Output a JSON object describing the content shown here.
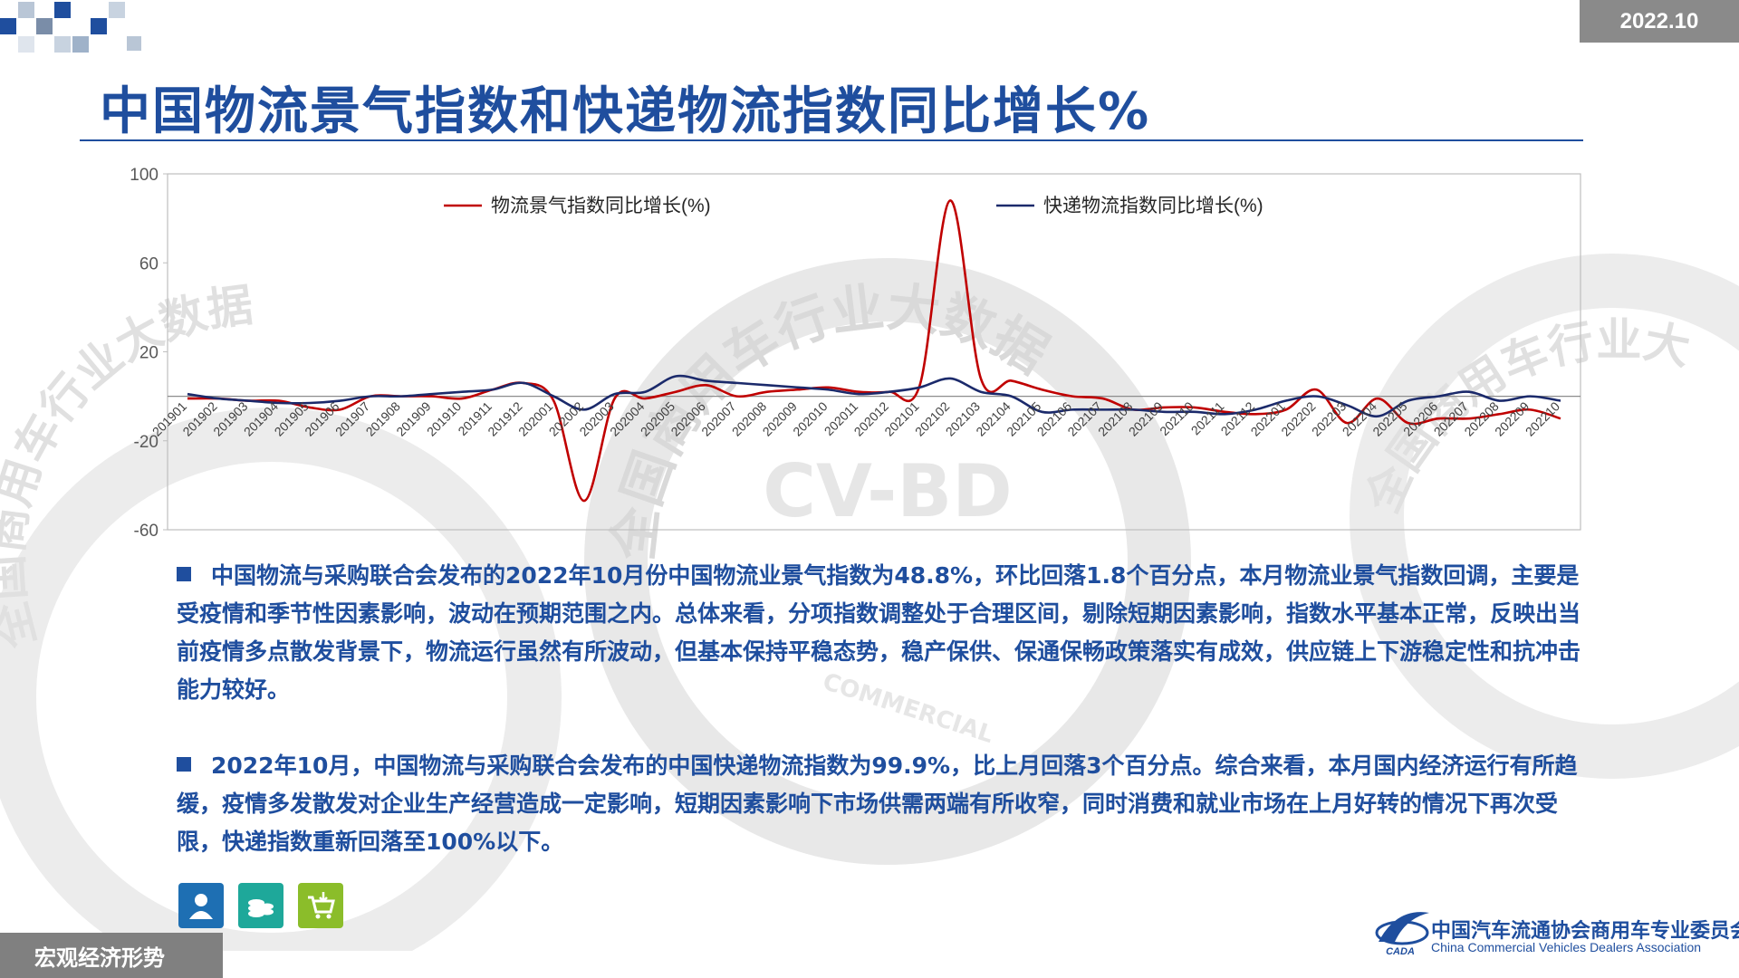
{
  "header": {
    "date": "2022.10",
    "title": "中国物流景气指数和快递物流指数同比增长%"
  },
  "watermark": {
    "text_1": "全国商用车行业大数据",
    "text_2": "CV-BD",
    "text_3": "COMMERCIAL"
  },
  "colors": {
    "brand_blue": "#1f4e9e",
    "series_red": "#c00000",
    "series_navy": "#1b2a6b",
    "gray_badge": "#8a8a8a"
  },
  "chart_data": {
    "type": "line",
    "x": [
      "201901",
      "201902",
      "201903",
      "201904",
      "201905",
      "201906",
      "201907",
      "201908",
      "201909",
      "201910",
      "201911",
      "201912",
      "202001",
      "202002",
      "202003",
      "202004",
      "202005",
      "202006",
      "202007",
      "202008",
      "202009",
      "202010",
      "202011",
      "202012",
      "202101",
      "202102",
      "202103",
      "202104",
      "202105",
      "202106",
      "202107",
      "202108",
      "202109",
      "202110",
      "202111",
      "202112",
      "202201",
      "202202",
      "202203",
      "202204",
      "202205",
      "202206",
      "202207",
      "202208",
      "202209",
      "202210"
    ],
    "yticks": [
      100,
      60,
      20,
      -20,
      -60
    ],
    "ylim": [
      -60,
      100
    ],
    "legend_position": "top",
    "series": [
      {
        "name": "物流景气指数同比增长(%)",
        "color": "#c00000",
        "values": [
          -1,
          -1,
          -2,
          -2,
          -5,
          -6,
          0,
          0,
          0,
          -1,
          3,
          6,
          -2,
          -47,
          -1,
          -1,
          2,
          5,
          0,
          2,
          3,
          4,
          2,
          2,
          5,
          88,
          8,
          7,
          3,
          0,
          -1,
          -6,
          -5,
          -5,
          -7,
          -8,
          -6,
          3,
          -12,
          -1,
          -12,
          -10,
          -10,
          -8,
          -6,
          -10
        ]
      },
      {
        "name": "快递物流指数同比增长(%)",
        "color": "#1b2a6b",
        "values": [
          1,
          -1,
          -2,
          -3,
          -3,
          -2,
          0,
          0,
          1,
          2,
          3,
          6,
          0,
          -6,
          1,
          2,
          9,
          7,
          6,
          5,
          4,
          3,
          1,
          2,
          4,
          8,
          2,
          0,
          -7,
          -6,
          -6,
          -6,
          -7,
          -7,
          -8,
          -6,
          -2,
          0,
          -4,
          -9,
          -2,
          0,
          2,
          -2,
          0,
          -2
        ]
      }
    ]
  },
  "paragraphs": [
    "中国物流与采购联合会发布的2022年10月份中国物流业景气指数为48.8%，环比回落1.8个百分点，本月物流业景气指数回调，主要是受疫情和季节性因素影响，波动在预期范围之内。总体来看，分项指数调整处于合理区间，剔除短期因素影响，指数水平基本正常，反映出当前疫情多点散发背景下，物流运行虽然有所波动，但基本保持平稳态势，稳产保供、保通保畅政策落实有成效，供应链上下游稳定性和抗冲击能力较好。",
    "2022年10月，中国物流与采购联合会发布的中国快递物流指数为99.9%，比上月回落3个百分点。综合来看，本月国内经济运行有所趋缓，疫情多发散发对企业生产经营造成一定影响，短期因素影响下市场供需两端有所收窄，同时消费和就业市场在上月好转的情况下再次受限，快递指数重新回落至100%以下。"
  ],
  "icons": [
    {
      "name": "person-icon",
      "color": "#1e6fb3"
    },
    {
      "name": "coins-icon",
      "color": "#1ea89a"
    },
    {
      "name": "cart-icon",
      "color": "#8bbd2a"
    }
  ],
  "footer": {
    "section_label": "宏观经济形势",
    "org_name_cn": "中国汽车流通协会商用车专业委员会",
    "org_name_en": "China Commercial Vehicles Dealers Association",
    "org_logo_text": "CADA"
  }
}
